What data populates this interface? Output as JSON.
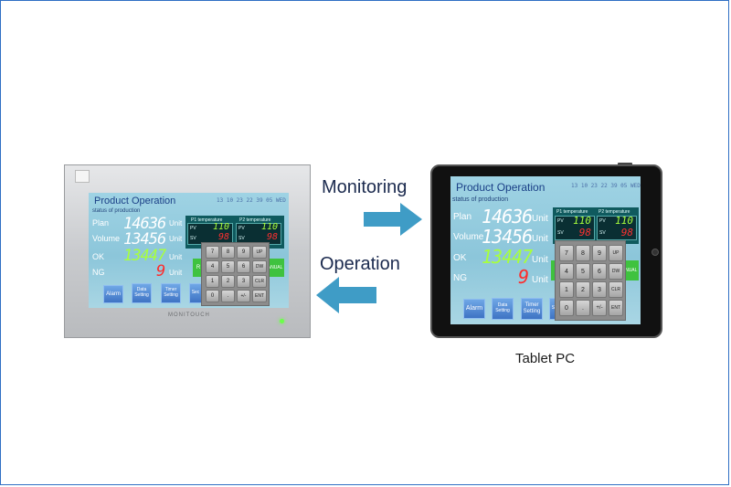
{
  "captions": {
    "monitoring": "Monitoring",
    "operation": "Operation",
    "tablet": "Tablet PC"
  },
  "hmi_brand": "MONITOUCH",
  "screen": {
    "title": "Product Operation",
    "date": "13 10 23 22 39 05 WED",
    "subtitle": "status of production",
    "rows": [
      {
        "label": "Plan",
        "value": "14636",
        "unit": "Unit",
        "color": "#ffffff"
      },
      {
        "label": "Volume",
        "value": "13456",
        "unit": "Unit",
        "color": "#ffffff"
      },
      {
        "label": "OK",
        "value": "13447",
        "unit": "Unit",
        "color": "#a8ff3c"
      },
      {
        "label": "NG",
        "value": "9",
        "unit": "Unit",
        "color": "#ff2a2a"
      }
    ],
    "temps": [
      {
        "title": "P1 temperature",
        "pv_label": "PV",
        "pv": "110",
        "sv_label": "SV",
        "sv": "98"
      },
      {
        "title": "P2 temperature",
        "pv_label": "PV",
        "pv": "110",
        "sv_label": "SV",
        "sv": "98"
      }
    ],
    "buttons": {
      "alarm": "Alarm",
      "data_l1": "Data",
      "data_l2": "Setting",
      "timer_l1": "Timer",
      "timer_l2": "Setting",
      "sec": "Sec",
      "r": "R",
      "manual": "MANUAL"
    },
    "keypad": [
      [
        "7",
        "8",
        "9",
        "UP"
      ],
      [
        "4",
        "5",
        "6",
        "DW"
      ],
      [
        "1",
        "2",
        "3",
        "CLR"
      ],
      [
        "0",
        ".",
        "+/-",
        "ENT"
      ]
    ]
  },
  "colors": {
    "arrow": "#3f9cc6",
    "title": "#1a3f86",
    "ok_green": "#a8ff3c",
    "ng_red": "#ff2a2a"
  }
}
